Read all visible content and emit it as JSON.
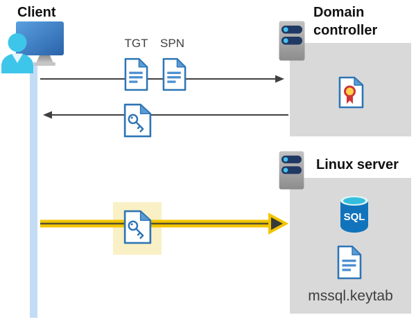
{
  "nodes": {
    "client": {
      "label": "Client"
    },
    "domain_controller": {
      "label": "Domain controller"
    },
    "linux_server": {
      "label": "Linux server"
    }
  },
  "tickets": {
    "tgt_label": "TGT",
    "spn_label": "SPN"
  },
  "linux_box": {
    "sql_label": "SQL",
    "keytab_label": "mssql.keytab"
  },
  "flows": [
    {
      "name": "client-to-domain-controller",
      "direction": "right",
      "style": "thin-gray",
      "icons": [
        "tgt-document-icon",
        "spn-document-icon"
      ]
    },
    {
      "name": "domain-controller-to-client",
      "direction": "left",
      "style": "thin-gray",
      "icons": [
        "key-document-icon"
      ]
    },
    {
      "name": "client-to-linux-server",
      "direction": "right",
      "style": "thick-yellow",
      "highlighted": true,
      "icons": [
        "key-document-icon"
      ]
    }
  ],
  "icons": {
    "client": "client-workstation-icon",
    "domain_controller": "server-icon",
    "linux_server": "server-icon",
    "domain_controller_box": "certificate-icon",
    "linux_server_box": [
      "sql-database-icon",
      "keytab-document-icon"
    ]
  },
  "colors": {
    "line_gray": "#404040",
    "box_gray": "#D9D9D9",
    "highlight_yellow": "#FAF0C6",
    "arrow_yellow": "#F2C500",
    "arrow_core": "#56512B",
    "arrow_head_dark": "#3A3A3A",
    "lifeline_blue": "#C3DCF6",
    "doc_border_blue": "#2E75B6",
    "doc_fold_blue": "#5B9BD5",
    "doc_line_blue": "#4D8FD1",
    "sql_body_blue": "#1173BC",
    "sql_top_cyan": "#35BEDC",
    "server_bar_navy": "#1F3864",
    "server_dot_blue": "#45C2F0",
    "cert_red": "#D13438",
    "cert_gold": "#FFD24A",
    "person_cyan": "#3EC6EA",
    "label_black": "#111111",
    "sublabel_gray": "#3F3F3F"
  }
}
